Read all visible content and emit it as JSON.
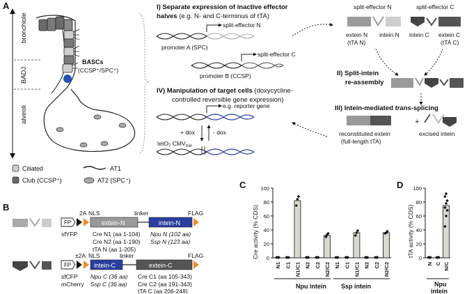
{
  "panels": {
    "A": {
      "letter": "A",
      "regions": [
        "bronchiole",
        "BADJ",
        "alveoli"
      ],
      "basc_label": "BASCs",
      "basc_sub": "(CCSP⁺/SPC⁺)",
      "legend": {
        "ciliated": "Ciliated",
        "club": "Club (CCSP⁺)",
        "at1": "AT1",
        "at2": "AT2 (SPC⁺)"
      },
      "step1": {
        "title_line1": "I)  Separate expression of inactive effector",
        "title_line2_bold": "halves",
        "title_line2_rest": " (e.g. N- and C-terminus of tTA)",
        "effector_n": "split-effector N",
        "promoter_a": "promoter A (SPC)",
        "effector_c": "split-effector C",
        "promoter_b": "promoter B (CCSP)"
      },
      "pieces": {
        "split_n": "split-effector N",
        "extein_n": "extein N",
        "tta_n": "(tTA N)",
        "intein_n": "intein N",
        "split_c": "split-effector C",
        "intein_c": "intein C",
        "extein_c": "extein C",
        "tta_c": "(tTA C)"
      },
      "step2": {
        "line1": "II)  Split-intein",
        "line2": "re-assembly"
      },
      "step3": {
        "prefix": "III)  Intein-mediated ",
        "italic": "trans",
        "suffix": "-splicing",
        "reconstituted_1": "reconstituted extein",
        "reconstituted_2": "(full-length tTA)",
        "plus": "+",
        "excised": "excised intein"
      },
      "step4": {
        "title_line1": "IV)  Manipulation of target cells",
        "title_line1_rest": " (doxycycline-",
        "title_line2": "controlled reversible gene expression)",
        "reporter": "e.g. reporter gene",
        "plus_dox": "+ dox",
        "minus_dox": "- dox",
        "teto": "tetO",
        "teto_sub": "7",
        "cmv": " CMV",
        "cmv_sub": "min"
      }
    },
    "B": {
      "letter": "B",
      "row1": {
        "fp": "FP",
        "two_a": "2A",
        "nls": "NLS",
        "extein": "extein-N",
        "linker": "linker",
        "intein": "intein-N",
        "flag": "FLAG",
        "fp_name": "sfYFP",
        "exteins": [
          "Cre N1 (aa 1-104)",
          "Cre N2 (aa 1-190)",
          "tTA N (aa 1-205)"
        ],
        "inteins": [
          "Npu N (102 aa)",
          "Ssp N (123 aa)"
        ]
      },
      "row2": {
        "fp": "FP",
        "two_a": "±2A",
        "nls": "NLS",
        "intein": "intein-C",
        "linker": "linker",
        "extein": "extein-C",
        "flag": "FLAG",
        "fp_names": [
          "sfCFP",
          "mCherry"
        ],
        "inteins": [
          "Npu C (36 aa)",
          "Ssp C (36 aa)"
        ],
        "exteins": [
          "Cre C1 (aa 105-343)",
          "Cre C2 (aa 191-343)",
          "tTA C   (aa 206-248)"
        ]
      }
    },
    "C": {
      "letter": "C",
      "ylabel": "Cre activity (% CDS)",
      "group1": "Npu intein",
      "group2": "Ssp intein"
    },
    "D": {
      "letter": "D",
      "ylabel": "tTA activity (% CDS)",
      "group1": "Npu",
      "group1b": "intein"
    },
    "colors": {
      "intein_blue": "#2a3f9e",
      "flag_orange": "#f08c2a",
      "extein_light": "#9a9a9a",
      "extein_dark": "#555555",
      "bar_fill": "#d9d9cf",
      "basc_blue": "#2353b5"
    }
  },
  "chart_data": [
    {
      "type": "bar",
      "ylabel": "Cre activity (% CDS)",
      "ylim": [
        0,
        100
      ],
      "yticks": [
        0,
        20,
        40,
        60,
        80,
        100
      ],
      "categories": [
        "N1",
        "C1",
        "N1/C1",
        "N2",
        "C2",
        "N2/C2",
        "N1",
        "C1",
        "N1/C1",
        "N2",
        "C2",
        "N2/C2"
      ],
      "values": [
        0,
        0,
        82,
        0,
        0,
        32,
        0,
        0,
        36,
        0,
        0,
        36
      ],
      "points": [
        [
          0.5,
          0.5,
          0.5
        ],
        [
          0.5,
          0.5,
          0.5
        ],
        [
          75,
          84,
          88
        ],
        [
          0.5,
          0.5,
          0.5
        ],
        [
          0.5,
          0.5,
          0.5
        ],
        [
          30,
          33,
          35
        ],
        [
          0.5,
          0.5,
          0.5
        ],
        [
          0.5,
          0.5,
          0.5
        ],
        [
          32,
          36,
          39
        ],
        [
          0.5,
          0.5,
          0.5
        ],
        [
          0.5,
          0.5,
          0.5
        ],
        [
          35,
          36,
          38
        ]
      ],
      "groups": [
        "Npu intein",
        "Ssp intein"
      ]
    },
    {
      "type": "bar",
      "ylabel": "tTA activity (% CDS)",
      "ylim": [
        0,
        100
      ],
      "yticks": [
        0,
        20,
        40,
        60,
        80,
        100
      ],
      "categories": [
        "N",
        "C",
        "N/C"
      ],
      "values": [
        0,
        0,
        75
      ],
      "points": [
        [
          0.5,
          0.5,
          0.5
        ],
        [
          0.5,
          0.5,
          0.5
        ],
        [
          45,
          60,
          68,
          72,
          78,
          82,
          88,
          92
        ]
      ],
      "groups": [
        "Npu intein"
      ]
    }
  ]
}
